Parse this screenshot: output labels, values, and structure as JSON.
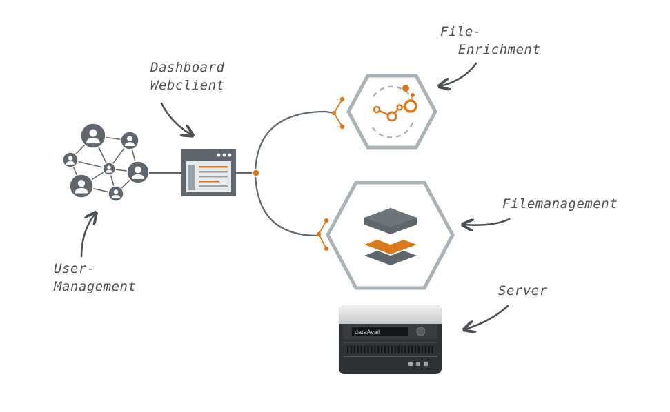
{
  "labels": {
    "file_enrichment_line1": "File-",
    "file_enrichment_line2": "Enrichment",
    "dashboard_line1": "Dashboard",
    "dashboard_line2": "Webclient",
    "filemanagement": "Filemanagement",
    "user_line1": "User-",
    "user_line2": "Management",
    "server": "Server"
  },
  "server_badge": "dataAvail",
  "colors": {
    "gray": "#5f666d",
    "light_gray": "#9aa3a8",
    "orange": "#d9791b",
    "hex_stroke": "#a9b2b6"
  },
  "icons": {
    "users": "user-network-icon",
    "dashboard": "browser-window-icon",
    "enrichment": "enrichment-graph-icon",
    "filemanagement": "stacked-layers-icon",
    "server": "server-icon"
  }
}
